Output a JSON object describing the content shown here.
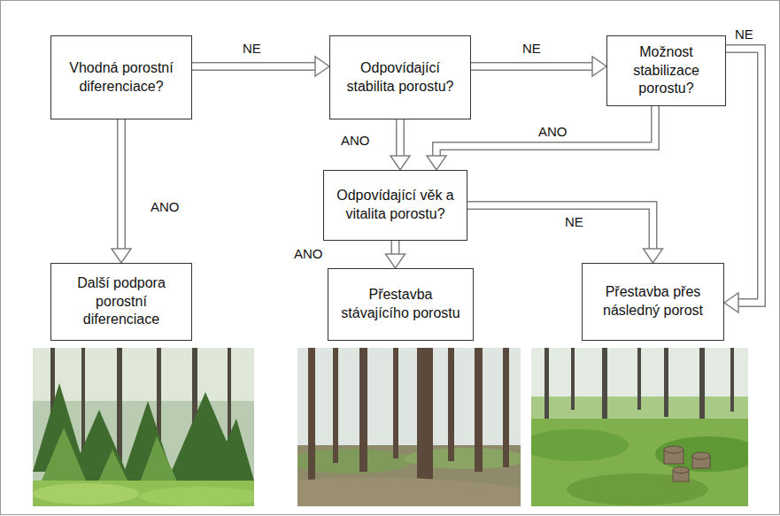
{
  "diagram": {
    "nodes": [
      {
        "text": [
          "Vhodná porostní diferenciace?"
        ]
      },
      {
        "text": [
          "Odpovídající stabilita porostu?"
        ]
      },
      {
        "text": [
          "Možnost stabilizace porostu?"
        ]
      },
      {
        "text": [
          "Odpovídající věk a vitalita porostu?"
        ]
      },
      {
        "text": [
          "Další podpora porostní diferenciace"
        ]
      },
      {
        "text": [
          "Přestavba stávajícího porostu"
        ]
      },
      {
        "text": [
          "Přestavba přes následný porost"
        ]
      }
    ],
    "edges": [
      {
        "from": 0,
        "to": 1,
        "label": "NE",
        "arrow": "to"
      },
      {
        "from": 1,
        "to": 2,
        "label": "NE",
        "arrow": "to"
      },
      {
        "from": 0,
        "to": 4,
        "label": "ANO",
        "arrow": "to"
      },
      {
        "from": 1,
        "to": 3,
        "label": "ANO",
        "arrow": "to"
      },
      {
        "from": 2,
        "to": 3,
        "label": "ANO",
        "arrow": "to"
      },
      {
        "from": 2,
        "to": 6,
        "label": "NE",
        "arrow": "to"
      },
      {
        "from": 3,
        "to": 5,
        "label": "ANO",
        "arrow": "to"
      },
      {
        "from": 3,
        "to": 6,
        "label": "NE",
        "arrow": "to"
      }
    ]
  }
}
